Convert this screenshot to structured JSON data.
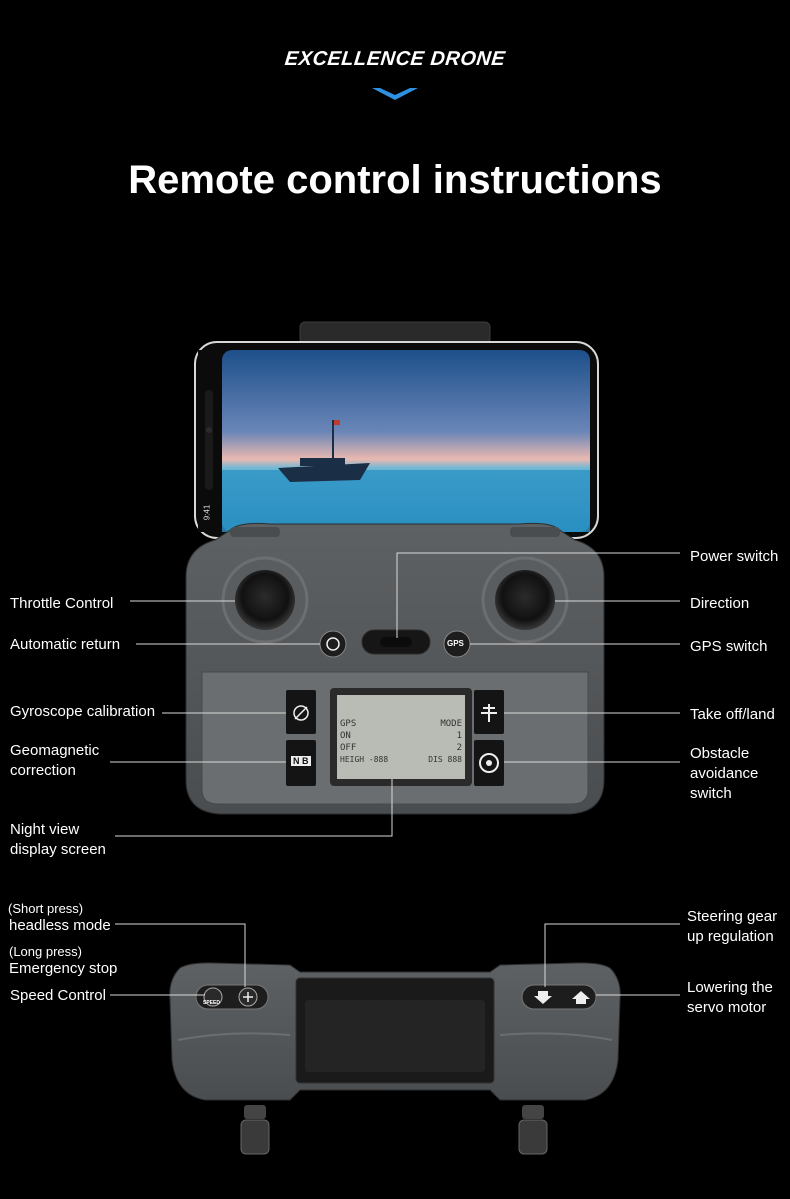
{
  "brand": "EXCELLENCE DRONE",
  "title": "Remote control instructions",
  "phone": {
    "status_time": "9:41"
  },
  "lcd": {
    "row1": [
      "GPS",
      "MODE"
    ],
    "row2": [
      "ON",
      "1"
    ],
    "row3": [
      "OFF",
      "2"
    ],
    "row4": [
      "HEIGH -888",
      "DIS 888"
    ]
  },
  "buttons": {
    "gps": "GPS",
    "speed": "SPEED",
    "nb": "N B"
  },
  "labels_left": {
    "throttle": "Throttle Control",
    "auto_return": "Automatic return",
    "gyro": "Gyroscope calibration",
    "geomagnetic_1": "Geomagnetic",
    "geomagnetic_2": "correction",
    "night_1": "Night view",
    "night_2": "display screen",
    "short_press": "(Short press)",
    "headless": "headless mode",
    "long_press": "(Long press)",
    "emergency": "Emergency stop",
    "speed_control": "Speed Control"
  },
  "labels_right": {
    "power": "Power switch",
    "direction": "Direction",
    "gps_switch": "GPS switch",
    "takeoff": "Take off/land",
    "obstacle_1": "Obstacle",
    "obstacle_2": "avoidance",
    "obstacle_3": "switch",
    "steering_1": "Steering gear",
    "steering_2": "up regulation",
    "lowering_1": "Lowering the",
    "lowering_2": "servo motor"
  },
  "colors": {
    "background": "#000000",
    "controller_body": "#55585a",
    "accent": "#2f6fd6",
    "lcd": "#b9bcb4"
  }
}
